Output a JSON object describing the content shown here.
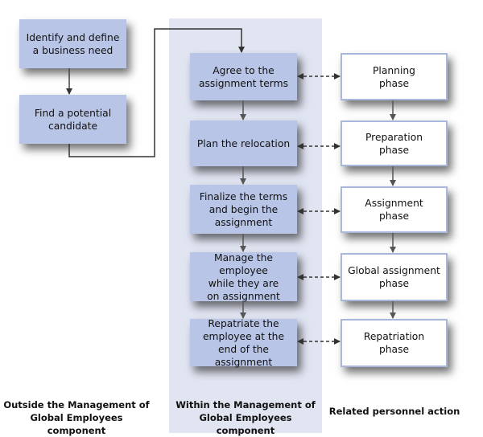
{
  "outside_column": {
    "boxes": [
      "Identify and define\na business need",
      "Find a potential\ncandidate"
    ],
    "label": "Outside the Management of\nGlobal Employees component"
  },
  "within_column": {
    "boxes": [
      "Agree to the\nassignment terms",
      "Plan the relocation",
      "Finalize the terms\nand begin the\nassignment",
      "Manage the employee\nwhile they are\non assignment",
      "Repatriate the\nemployee at the\nend of the assignment"
    ],
    "label": "Within the Management of\nGlobal Employees component"
  },
  "related_column": {
    "boxes": [
      "Planning\nphase",
      "Preparation\nphase",
      "Assignment\nphase",
      "Global assignment\nphase",
      "Repatriation\nphase"
    ],
    "label": "Related personnel action"
  },
  "colors": {
    "process_box": "#b8c5e6",
    "component_background": "#e1e5f2",
    "phase_box_border": "#a9b7dc",
    "connector": "#333333"
  }
}
